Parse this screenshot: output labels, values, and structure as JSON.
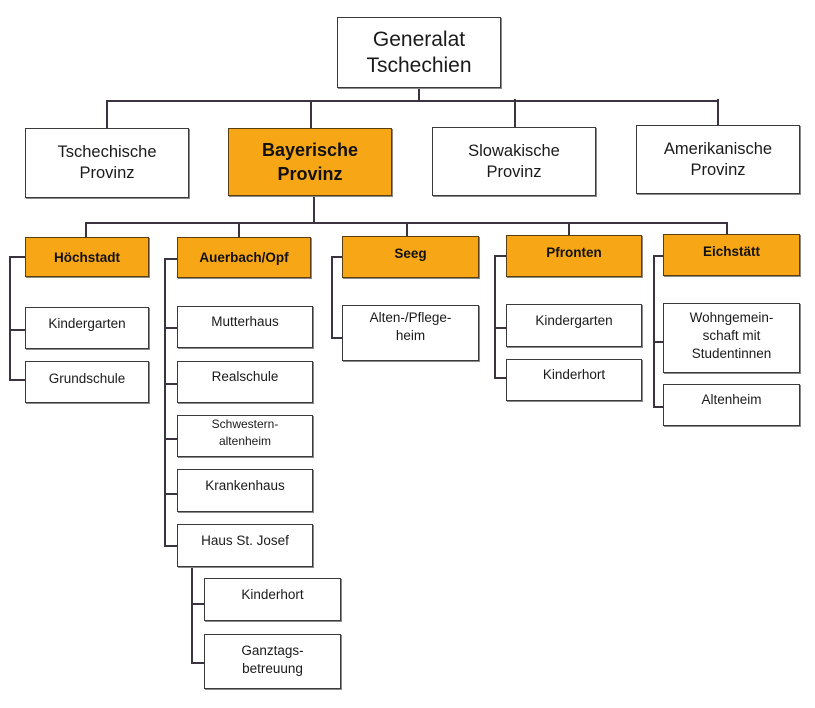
{
  "root": {
    "label": "Generalat\nTschechien"
  },
  "provinces": [
    {
      "label": "Tschechische\nProvinz",
      "highlighted": false
    },
    {
      "label": "Bayerische\nProvinz",
      "highlighted": true
    },
    {
      "label": "Slowakische\nProvinz",
      "highlighted": false
    },
    {
      "label": "Amerikanische\nProvinz",
      "highlighted": false
    }
  ],
  "houses": [
    {
      "label": "Höchstadt",
      "children": [
        "Kindergarten",
        "Grundschule"
      ]
    },
    {
      "label": "Auerbach/Opf",
      "children": [
        "Mutterhaus",
        "Realschule",
        "Schwestern-\naltenheim",
        "Krankenhaus",
        "Haus St. Josef"
      ],
      "sub_children": {
        "parent": "Haus St. Josef",
        "children": [
          "Kinderhort",
          "Ganztags-\nbetreuung"
        ]
      }
    },
    {
      "label": "Seeg",
      "children": [
        "Alten-/Pflege-\nheim"
      ]
    },
    {
      "label": "Pfronten",
      "children": [
        "Kindergarten",
        "Kinderhort"
      ]
    },
    {
      "label": "Eichstätt",
      "children": [
        "Wohngemein-\nschaft  mit\nStudentinnen",
        "Altenheim"
      ]
    }
  ],
  "colors": {
    "highlight": "#f7a716",
    "border": "#3a3a3a",
    "line": "#3b3340"
  }
}
